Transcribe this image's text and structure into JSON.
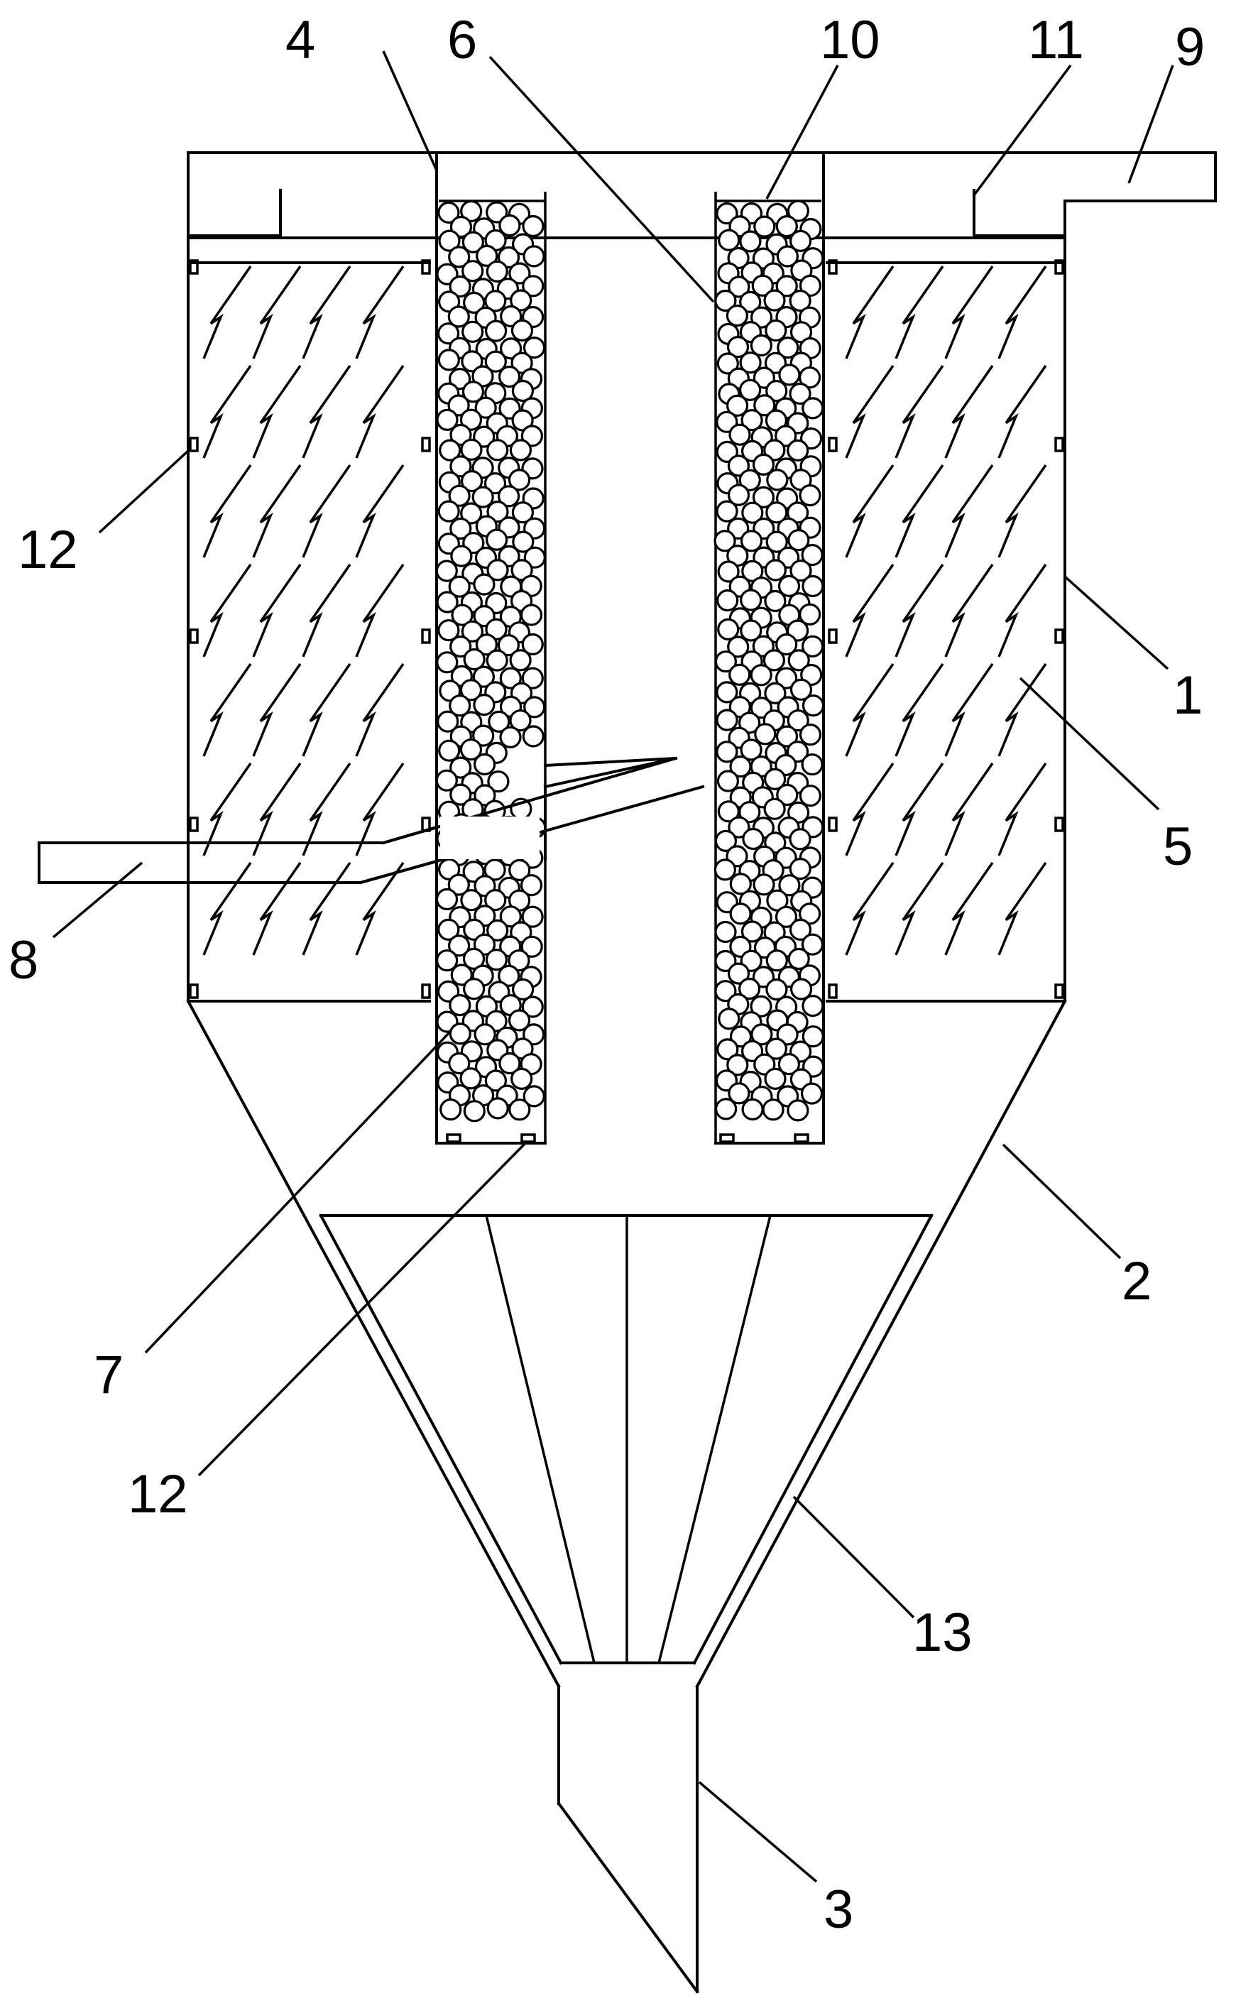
{
  "diagram": {
    "labels": [
      {
        "id": "label-4",
        "text": "4"
      },
      {
        "id": "label-6",
        "text": "6"
      },
      {
        "id": "label-10",
        "text": "10"
      },
      {
        "id": "label-11",
        "text": "11"
      },
      {
        "id": "label-9",
        "text": "9"
      },
      {
        "id": "label-12-top",
        "text": "12"
      },
      {
        "id": "label-1",
        "text": "1"
      },
      {
        "id": "label-5",
        "text": "5"
      },
      {
        "id": "label-8",
        "text": "8"
      },
      {
        "id": "label-2",
        "text": "2"
      },
      {
        "id": "label-7",
        "text": "7"
      },
      {
        "id": "label-12-bottom",
        "text": "12"
      },
      {
        "id": "label-13",
        "text": "13"
      },
      {
        "id": "label-3",
        "text": "3"
      }
    ]
  }
}
